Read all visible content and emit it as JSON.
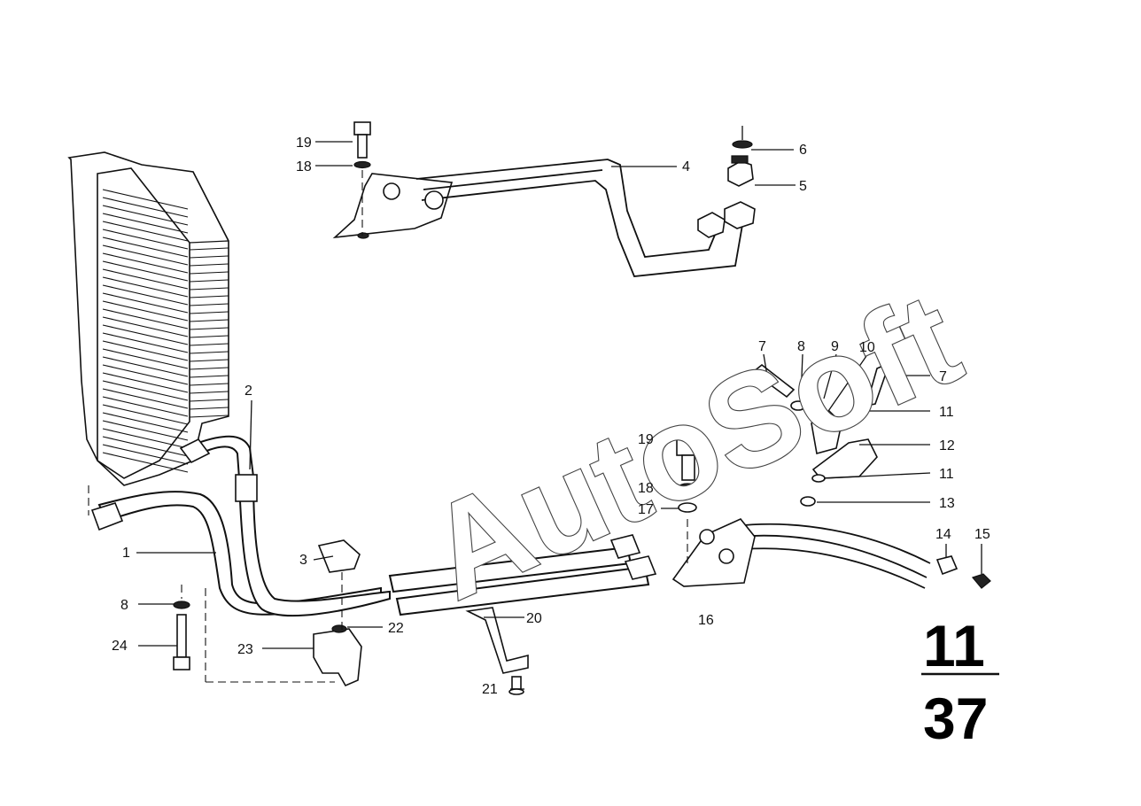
{
  "watermark": "AutoSoft",
  "group_number": "11",
  "subgroup_number": "37",
  "callouts": {
    "c1": "1",
    "c2": "2",
    "c3": "3",
    "c4": "4",
    "c5": "5",
    "c6": "6",
    "c7a": "7",
    "c7b": "7",
    "c8a": "8",
    "c8b": "8",
    "c9": "9",
    "c10": "10",
    "c11a": "11",
    "c11b": "11",
    "c12": "12",
    "c13": "13",
    "c14": "14",
    "c15": "15",
    "c16": "16",
    "c17": "17",
    "c18a": "18",
    "c18b": "18",
    "c19a": "19",
    "c19b": "19",
    "c20": "20",
    "c21": "21",
    "c22": "22",
    "c23": "23",
    "c24": "24"
  }
}
